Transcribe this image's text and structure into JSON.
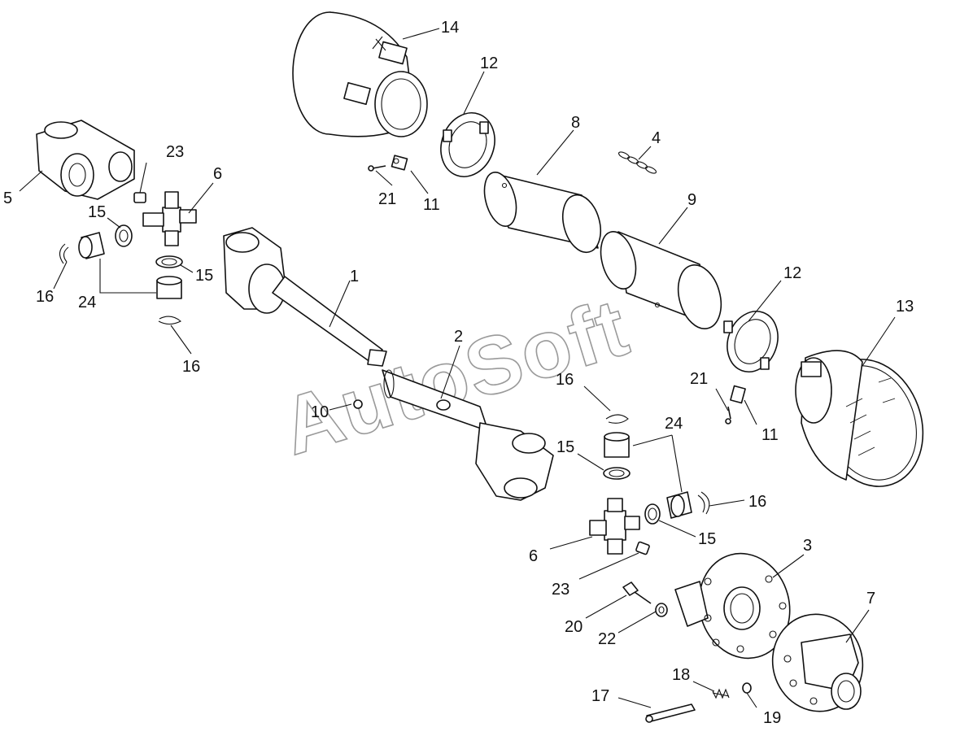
{
  "watermark": "AutoSoft",
  "callouts": [
    {
      "id": "c1",
      "label": "1"
    },
    {
      "id": "c2",
      "label": "2"
    },
    {
      "id": "c3",
      "label": "3"
    },
    {
      "id": "c4",
      "label": "4"
    },
    {
      "id": "c5",
      "label": "5"
    },
    {
      "id": "c6a",
      "label": "6"
    },
    {
      "id": "c6b",
      "label": "6"
    },
    {
      "id": "c7",
      "label": "7"
    },
    {
      "id": "c8",
      "label": "8"
    },
    {
      "id": "c9",
      "label": "9"
    },
    {
      "id": "c10",
      "label": "10"
    },
    {
      "id": "c11a",
      "label": "11"
    },
    {
      "id": "c11b",
      "label": "11"
    },
    {
      "id": "c12a",
      "label": "12"
    },
    {
      "id": "c12b",
      "label": "12"
    },
    {
      "id": "c13",
      "label": "13"
    },
    {
      "id": "c14",
      "label": "14"
    },
    {
      "id": "c15a",
      "label": "15"
    },
    {
      "id": "c15b",
      "label": "15"
    },
    {
      "id": "c15c",
      "label": "15"
    },
    {
      "id": "c15d",
      "label": "15"
    },
    {
      "id": "c16a",
      "label": "16"
    },
    {
      "id": "c16b",
      "label": "16"
    },
    {
      "id": "c16c",
      "label": "16"
    },
    {
      "id": "c16d",
      "label": "16"
    },
    {
      "id": "c17",
      "label": "17"
    },
    {
      "id": "c18",
      "label": "18"
    },
    {
      "id": "c19",
      "label": "19"
    },
    {
      "id": "c20",
      "label": "20"
    },
    {
      "id": "c21a",
      "label": "21"
    },
    {
      "id": "c21b",
      "label": "21"
    },
    {
      "id": "c22",
      "label": "22"
    },
    {
      "id": "c23a",
      "label": "23"
    },
    {
      "id": "c23b",
      "label": "23"
    },
    {
      "id": "c24a",
      "label": "24"
    },
    {
      "id": "c24b",
      "label": "24"
    }
  ]
}
